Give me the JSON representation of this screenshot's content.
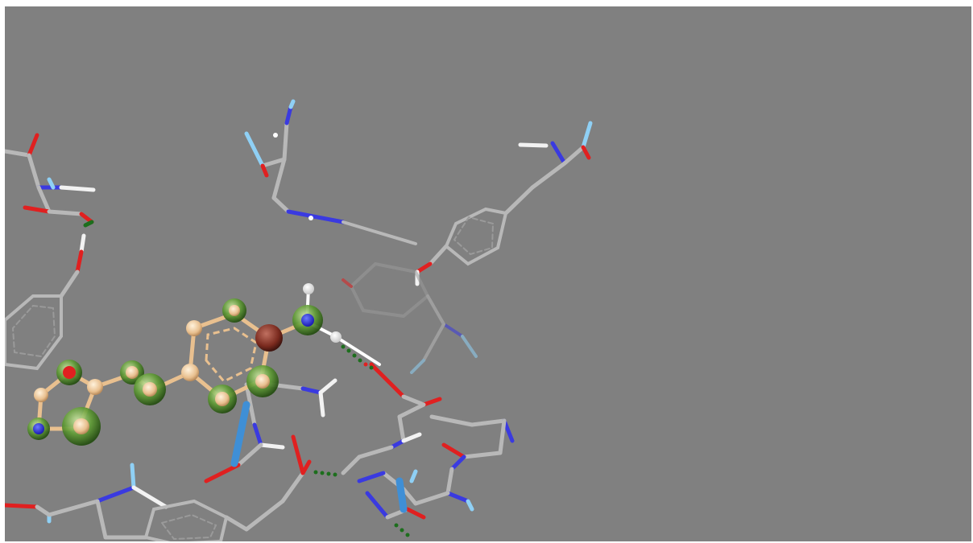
{
  "viewer": {
    "background_color": "#808080",
    "page_background_color": "#ffffff"
  },
  "colors": {
    "carbon": "#b8b8b8",
    "oxygen": "#e02020",
    "nitrogen": "#2a2ae6",
    "hydrogen": "#f2f2f2",
    "polar_hydrogen": "#8fd0f5",
    "ligand_carbon": "#f0c99a",
    "ligand_highlight": "#3d7a1d",
    "ligand_heteroatom": "#7a2a1e",
    "hbond": "#1d6e1d",
    "pi_contact": "#3f8fd6"
  },
  "scene": {
    "description_free": true,
    "ligand_style": "ball-and-stick",
    "protein_style": "sticks",
    "interactions_shown": [
      "hydrogen-bond",
      "aromatic-contact"
    ]
  }
}
